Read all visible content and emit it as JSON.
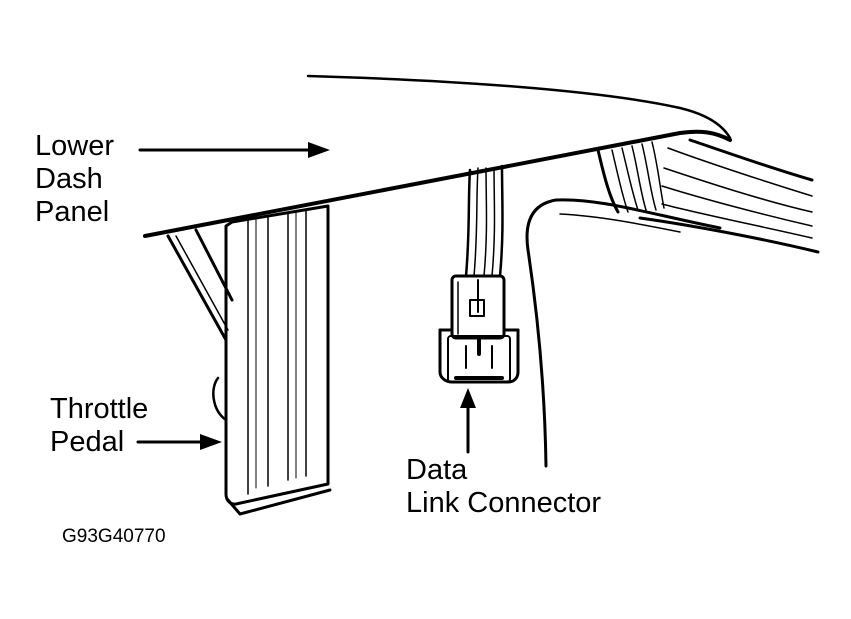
{
  "labels": {
    "lower_dash_panel": [
      "Lower",
      "Dash",
      "Panel"
    ],
    "throttle_pedal": [
      "Throttle",
      "Pedal"
    ],
    "data_link_connector": [
      "Data",
      "Link Connector"
    ]
  },
  "figure_code": "G93G40770",
  "colors": {
    "ink": "#000000",
    "paper": "#ffffff"
  }
}
